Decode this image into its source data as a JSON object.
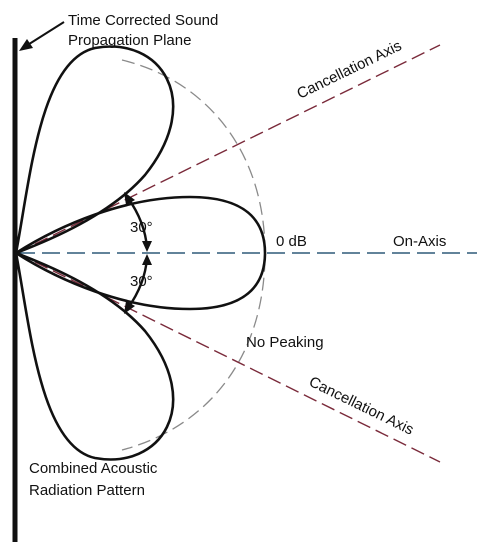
{
  "labels": {
    "plane_line1": "Time Corrected Sound",
    "plane_line2": "Propagation Plane",
    "cancellation_upper": "Cancellation Axis",
    "cancellation_lower": "Cancellation Axis",
    "zero_db": "0 dB",
    "on_axis": "On-Axis",
    "no_peaking": "No Peaking",
    "angle_upper": "30°",
    "angle_lower": "30°",
    "combined_line1": "Combined Acoustic",
    "combined_line2": "Radiation Pattern"
  },
  "angles_deg": {
    "upper_cancellation": 30,
    "lower_cancellation": 30
  },
  "colors": {
    "outline": "#111111",
    "on_axis_line": "#2e5a78",
    "cancellation_line": "#7a2a3a",
    "envelope_arc": "#8a8a8a"
  }
}
